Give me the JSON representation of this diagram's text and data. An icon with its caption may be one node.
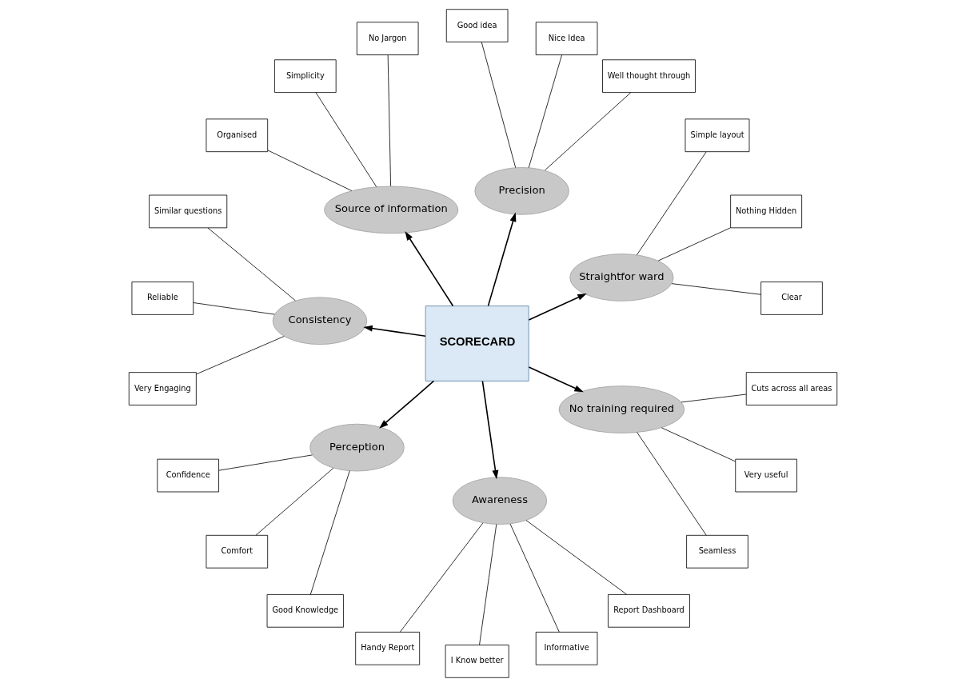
{
  "diagram": {
    "nodes": [
      {
        "text": [
          "SCORECARD"
        ]
      },
      {
        "text": [
          "Straightfor ward"
        ]
      },
      {
        "text": [
          "Precision"
        ]
      },
      {
        "text": [
          "Source of information"
        ]
      },
      {
        "text": [
          "Consistency"
        ]
      },
      {
        "text": [
          "Perception"
        ]
      },
      {
        "text": [
          "Awareness"
        ]
      },
      {
        "text": [
          "No training required"
        ]
      },
      {
        "text": [
          "Clear"
        ]
      },
      {
        "text": [
          "Nothing Hidden"
        ]
      },
      {
        "text": [
          "Simple layout"
        ]
      },
      {
        "text": [
          "Well thought through"
        ]
      },
      {
        "text": [
          "Nice Idea"
        ]
      },
      {
        "text": [
          "Good idea"
        ]
      },
      {
        "text": [
          "No Jargon"
        ]
      },
      {
        "text": [
          "Simplicity"
        ]
      },
      {
        "text": [
          "Organised"
        ]
      },
      {
        "text": [
          "Similar questions"
        ]
      },
      {
        "text": [
          "Reliable"
        ]
      },
      {
        "text": [
          "Very Engaging"
        ]
      },
      {
        "text": [
          "Confidence"
        ]
      },
      {
        "text": [
          "Comfort"
        ]
      },
      {
        "text": [
          "Good Knowledge"
        ]
      },
      {
        "text": [
          "Handy Report"
        ]
      },
      {
        "text": [
          "I Know better"
        ]
      },
      {
        "text": [
          "Informative"
        ]
      },
      {
        "text": [
          "Report Dashboard"
        ]
      },
      {
        "text": [
          "Seamless"
        ]
      },
      {
        "text": [
          "Very useful"
        ]
      },
      {
        "text": [
          "Cuts across all areas"
        ]
      }
    ],
    "edges": [
      {
        "from": 0,
        "to": 1,
        "arrow": "to"
      },
      {
        "from": 0,
        "to": 2,
        "arrow": "to"
      },
      {
        "from": 0,
        "to": 3,
        "arrow": "to"
      },
      {
        "from": 0,
        "to": 4,
        "arrow": "to"
      },
      {
        "from": 0,
        "to": 5,
        "arrow": "to"
      },
      {
        "from": 0,
        "to": 6,
        "arrow": "to"
      },
      {
        "from": 0,
        "to": 7,
        "arrow": "to"
      },
      {
        "from": 1,
        "to": 8,
        "arrow": "none"
      },
      {
        "from": 1,
        "to": 9,
        "arrow": "none"
      },
      {
        "from": 1,
        "to": 10,
        "arrow": "none"
      },
      {
        "from": 2,
        "to": 11,
        "arrow": "none"
      },
      {
        "from": 2,
        "to": 12,
        "arrow": "none"
      },
      {
        "from": 2,
        "to": 13,
        "arrow": "none"
      },
      {
        "from": 3,
        "to": 14,
        "arrow": "none"
      },
      {
        "from": 3,
        "to": 15,
        "arrow": "none"
      },
      {
        "from": 3,
        "to": 16,
        "arrow": "none"
      },
      {
        "from": 4,
        "to": 17,
        "arrow": "none"
      },
      {
        "from": 4,
        "to": 18,
        "arrow": "none"
      },
      {
        "from": 4,
        "to": 19,
        "arrow": "none"
      },
      {
        "from": 5,
        "to": 20,
        "arrow": "none"
      },
      {
        "from": 5,
        "to": 21,
        "arrow": "none"
      },
      {
        "from": 5,
        "to": 22,
        "arrow": "none"
      },
      {
        "from": 6,
        "to": 23,
        "arrow": "none"
      },
      {
        "from": 6,
        "to": 24,
        "arrow": "none"
      },
      {
        "from": 6,
        "to": 25,
        "arrow": "none"
      },
      {
        "from": 6,
        "to": 26,
        "arrow": "none"
      },
      {
        "from": 7,
        "to": 27,
        "arrow": "none"
      },
      {
        "from": 7,
        "to": 28,
        "arrow": "none"
      },
      {
        "from": 7,
        "to": 29,
        "arrow": "none"
      }
    ]
  }
}
